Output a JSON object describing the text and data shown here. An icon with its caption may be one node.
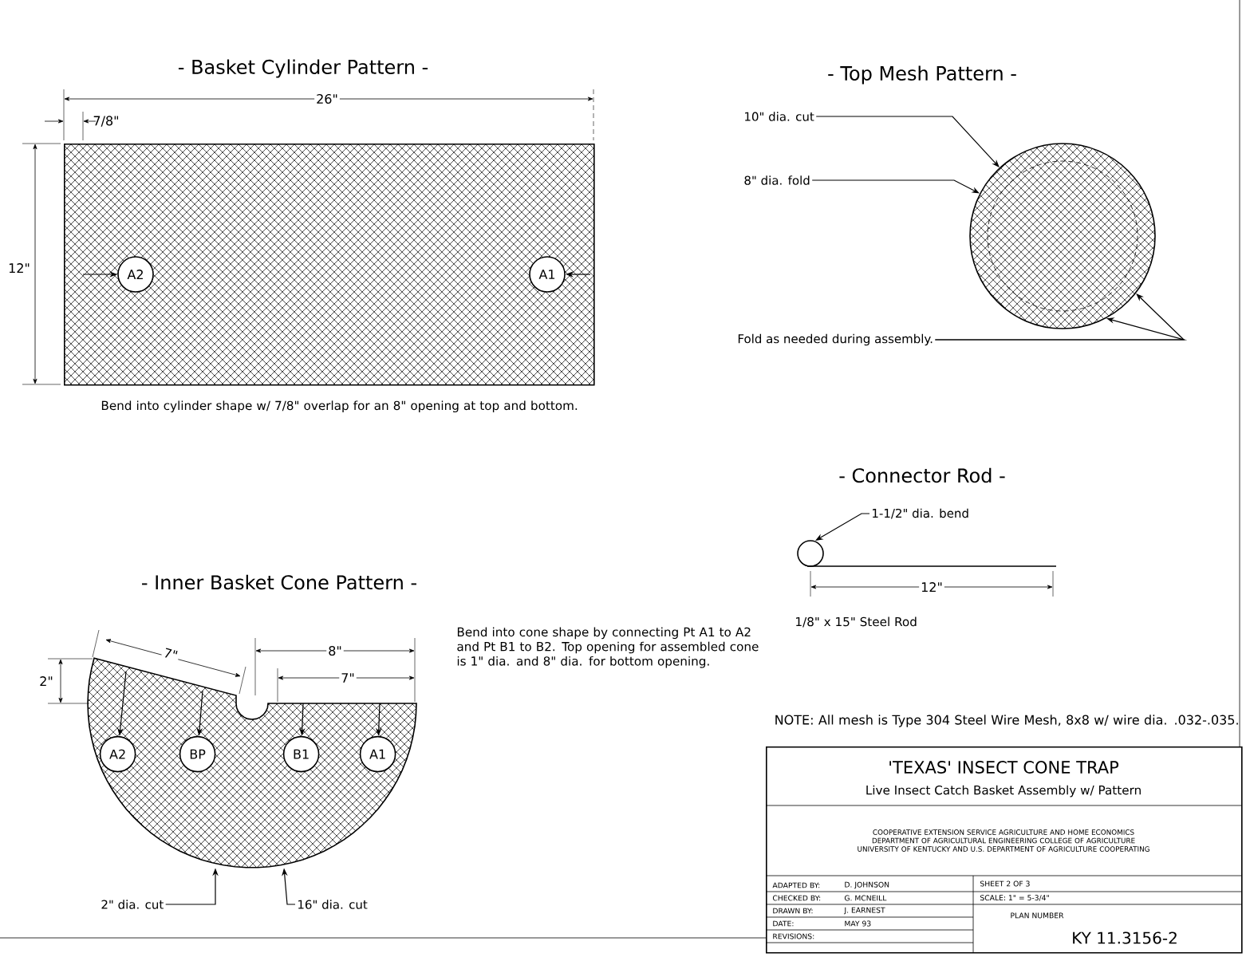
{
  "diagram": {
    "nodes": [
      {
        "text": [],
        "shape": "box"
      },
      {
        "text": [
          "A2"
        ],
        "in": 0
      },
      {
        "text": [
          "A1"
        ],
        "in": 0
      },
      {
        "text": [],
        "shape": "circle"
      },
      {
        "text": [
          "10\" dia. cut"
        ]
      },
      {
        "text": [
          "8\" dia. fold"
        ]
      },
      {
        "text": [
          "Fold as needed during assembly."
        ]
      },
      {
        "text": [],
        "shape": "picture"
      },
      {
        "text": [
          "1-1/2\" dia. bend"
        ]
      },
      {
        "text": [],
        "shape": "picture"
      },
      {
        "text": [
          "A2"
        ],
        "in": 9
      },
      {
        "text": [
          "BP"
        ],
        "in": 9
      },
      {
        "text": [
          "B1"
        ],
        "in": 9
      },
      {
        "text": [
          "A1"
        ],
        "in": 9
      },
      {
        "text": [
          "2\" dia. cut"
        ]
      },
      {
        "text": [
          "16\" dia. cut"
        ]
      },
      {
        "text": [
          "'TEXAS' INSECT CONE TRAP",
          "Live Insect Catch Basket Assembly w/ Pattern",
          "COOPERATIVE EXTENSION SERVICE AGRICULTURE AND HOME ECONOMICS DEPARTMENT OF AGRICULTURAL ENGINEERING COLLEGE OF AGRICULTURE UNIVERSITY OF KENTUCKY AND U.S. DEPARTMENT OF AGRICULTURE COOPERATING"
        ]
      }
    ],
    "edges": [
      {
        "from": null,
        "to": 1,
        "arrow": "to"
      },
      {
        "from": null,
        "to": 2,
        "arrow": "to"
      },
      {
        "from": 4,
        "to": 3,
        "arrow": "to"
      },
      {
        "from": 5,
        "to": 3,
        "arrow": "to"
      },
      {
        "from": 6,
        "to": 3,
        "arrow": "to"
      },
      {
        "from": 6,
        "to": 3,
        "arrow": "to"
      },
      {
        "from": 8,
        "to": 7,
        "arrow": "to"
      },
      {
        "from": null,
        "to": 10,
        "arrow": "to"
      },
      {
        "from": null,
        "to": 11,
        "arrow": "to"
      },
      {
        "from": null,
        "to": 12,
        "arrow": "to"
      },
      {
        "from": null,
        "to": 13,
        "arrow": "to"
      },
      {
        "from": 14,
        "to": 9,
        "arrow": "to"
      },
      {
        "from": 15,
        "to": 9,
        "arrow": "to"
      }
    ],
    "labels": [
      "- Basket Cylinder Pattern -",
      "26\"",
      "7/8\"",
      "12\"",
      "Bend into cylinder shape w/ 7/8\" overlap for an 8\" opening at top and bottom.",
      "- Top Mesh Pattern -",
      "- Connector Rod -",
      "12\"",
      "1/8\" x 15\" Steel Rod",
      "- Inner Basket Cone Pattern -",
      "Bend into cone shape by connecting Pt A1 to A2 and Pt B1 to B2. Top opening for assembled cone is 1\" dia. and 8\" dia. for bottom opening.",
      "7\"",
      "8\"",
      "2\"",
      "7\"",
      "NOTE: All mesh is Type 304 Steel Wire Mesh, 8x8 w/ wire dia. .032-.035.",
      "ADAPTED BY:",
      "D. JOHNSON",
      "CHECKED BY:",
      "G. MCNEILL",
      "DRAWN BY:",
      "J. EARNEST",
      "DATE:",
      "MAY 93",
      "REVISIONS:",
      "SHEET 2 OF 3",
      "SCALE: 1\" = 5-3/4\"",
      "PLAN NUMBER",
      "KY 11.3156-2"
    ]
  }
}
